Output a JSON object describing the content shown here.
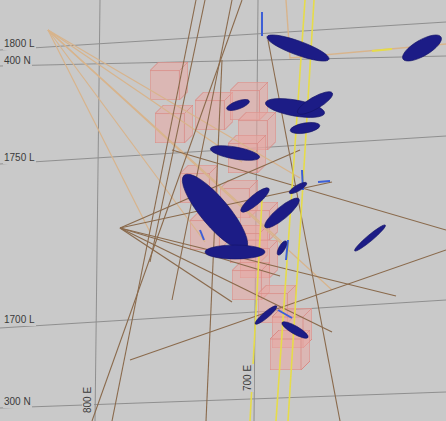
{
  "diagram": {
    "labels": [
      "1800 L",
      "400 N",
      "1750 L",
      "1700 L",
      "300 N",
      "800 E",
      "700 E"
    ]
  }
}
